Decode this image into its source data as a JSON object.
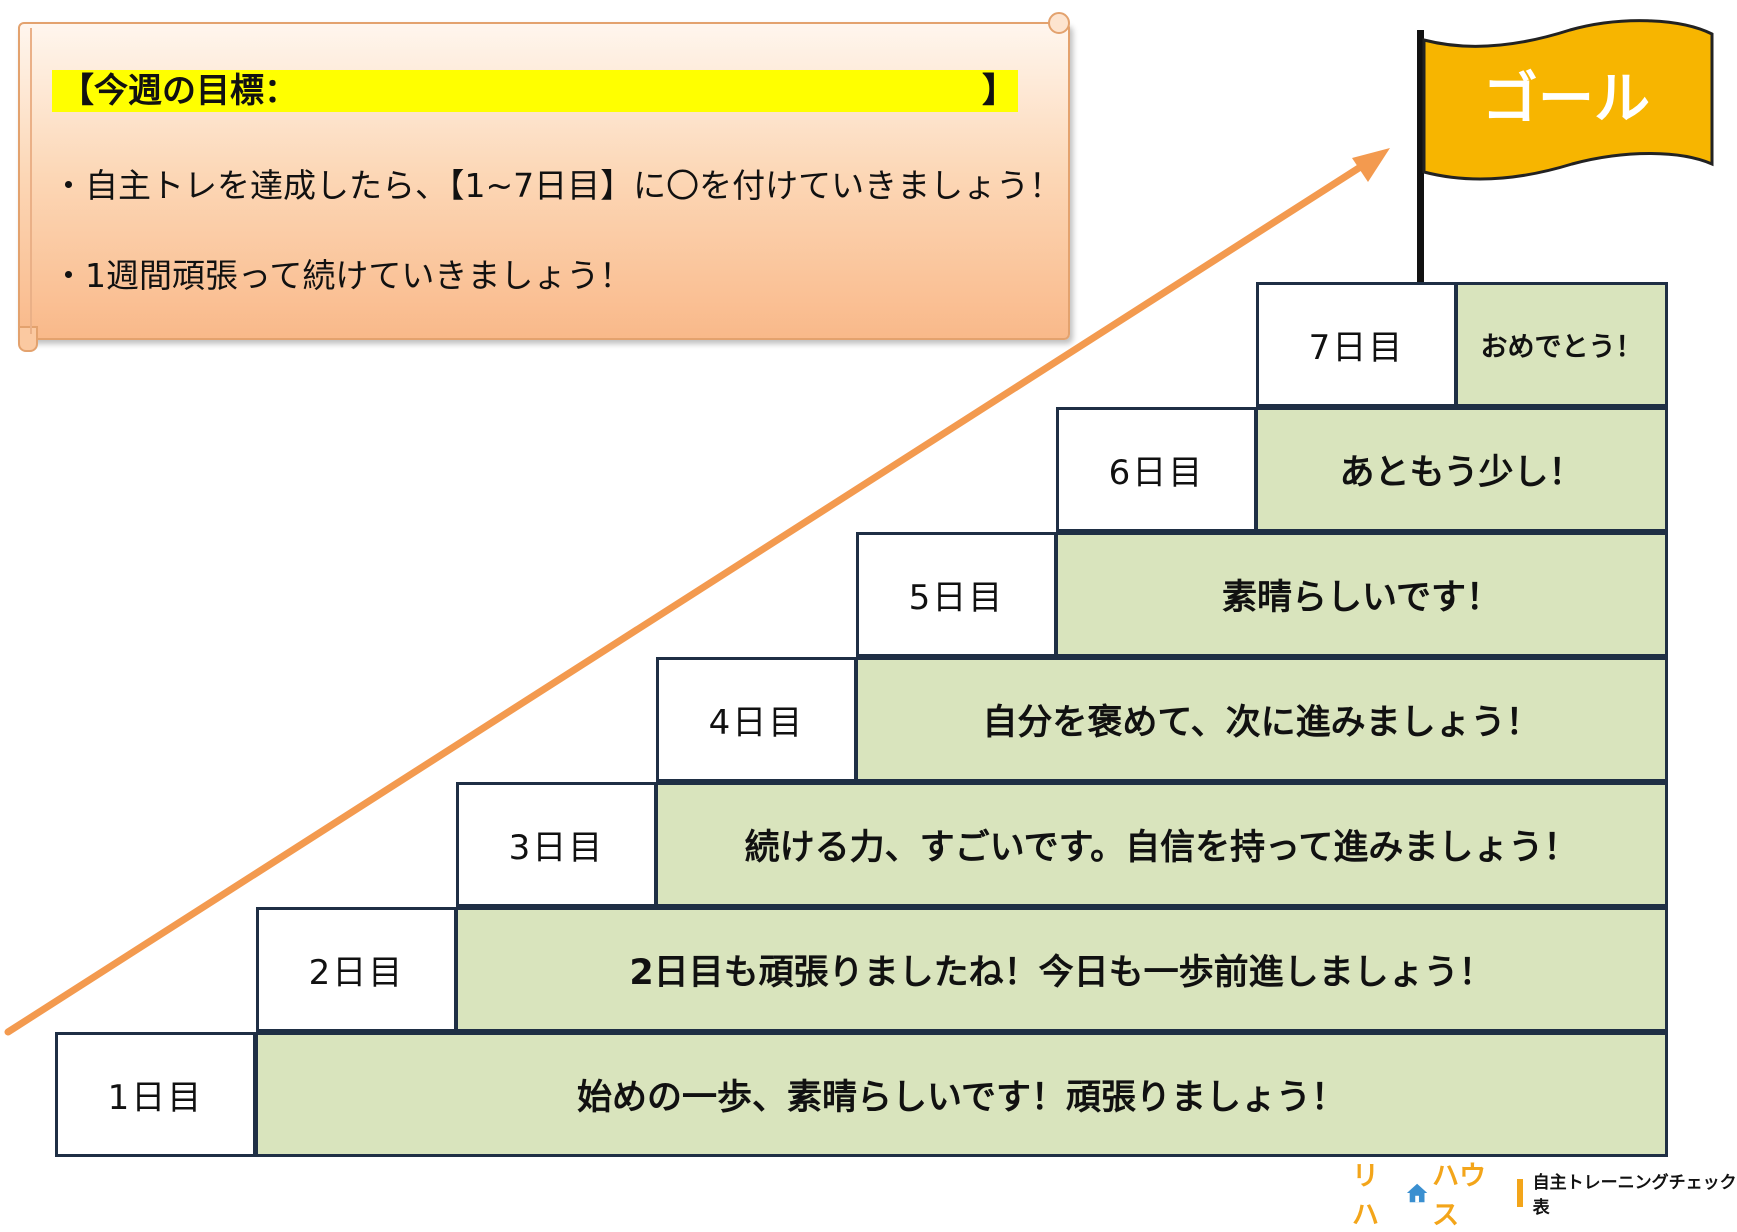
{
  "header": {
    "goal_prefix": "【今週の目標：",
    "goal_suffix": "】",
    "note1": "・自主トレを達成したら、【1~7日目】に〇を付けていきましょう！",
    "note2": "・1週間頑張って続けていきましょう！"
  },
  "flag": {
    "label": "ゴール",
    "color": "#f7b500"
  },
  "steps": [
    {
      "day": "1日目",
      "message": "始めの一歩、素晴らしいです！頑張りましょう！"
    },
    {
      "day": "2日目",
      "message": "2日目も頑張りましたね！今日も一歩前進しましょう！"
    },
    {
      "day": "3日目",
      "message": "続ける力、すごいです。自信を持って進みましょう！"
    },
    {
      "day": "4日目",
      "message": "自分を褒めて、次に進みましょう！"
    },
    {
      "day": "5日目",
      "message": "素晴らしいです！"
    },
    {
      "day": "6日目",
      "message": "あともう少し！"
    },
    {
      "day": "7日目",
      "message": "おめでとう！"
    }
  ],
  "footer": {
    "brand_left": "リハ",
    "brand_right": "ハウス",
    "subtitle": "自主トレーニングチェック表"
  },
  "colors": {
    "accent_orange": "#f39a4f",
    "step_fill": "#d9e4bd",
    "step_border": "#1f2f45",
    "goal_highlight": "#ffff00",
    "brand": "#f3a51a"
  }
}
